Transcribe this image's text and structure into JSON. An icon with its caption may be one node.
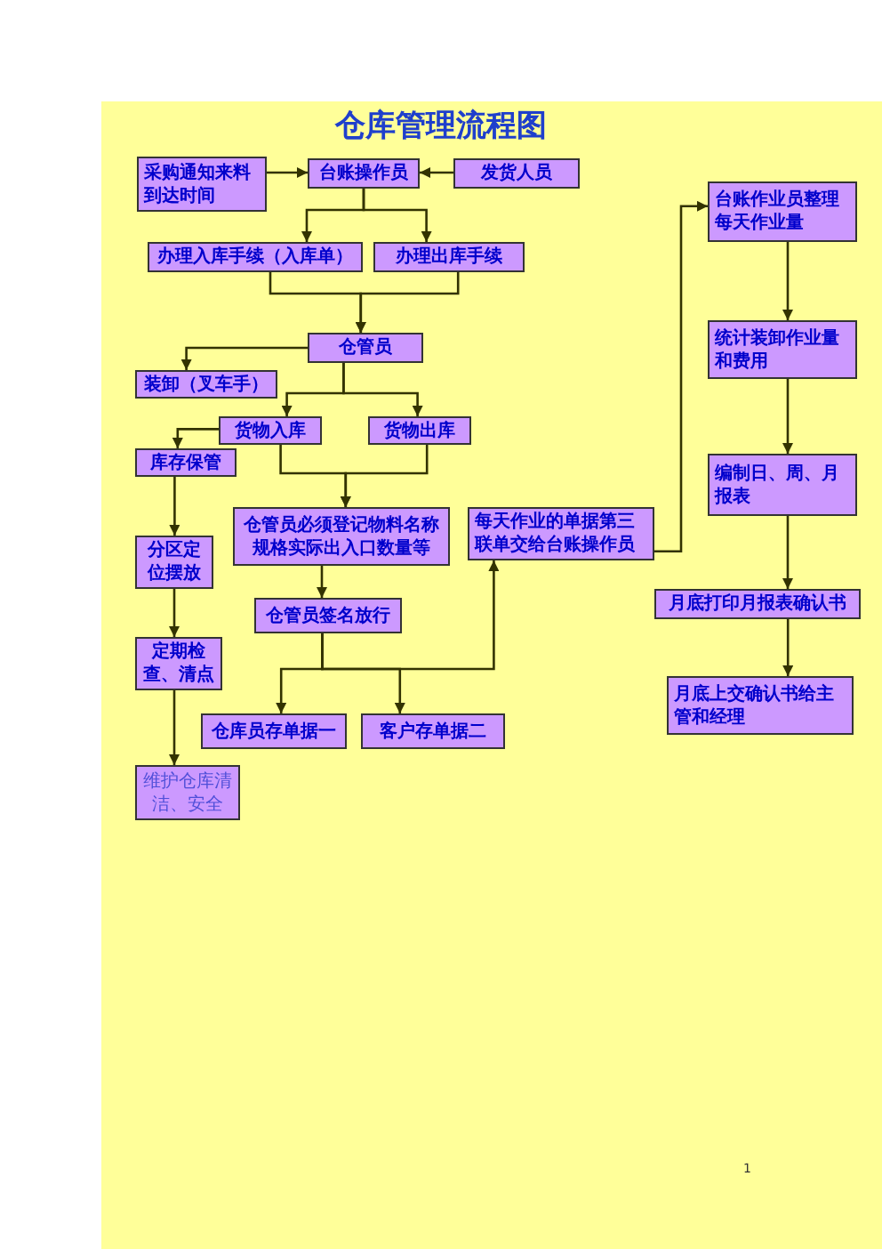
{
  "diagram": {
    "title": "仓库管理流程图",
    "nodes": [
      {
        "text": [
          "采购通知来料到达时间"
        ]
      },
      {
        "text": [
          "台账操作员"
        ]
      },
      {
        "text": [
          "发货人员"
        ]
      },
      {
        "text": [
          "台账作业员整理每天作业量"
        ]
      },
      {
        "text": [
          "办理入库手续（入库单）"
        ]
      },
      {
        "text": [
          "办理出库手续"
        ]
      },
      {
        "text": [
          "统计装卸作业量和费用"
        ]
      },
      {
        "text": [
          "仓管员"
        ]
      },
      {
        "text": [
          "装卸（叉车手）"
        ]
      },
      {
        "text": [
          "货物入库"
        ]
      },
      {
        "text": [
          "货物出库"
        ]
      },
      {
        "text": [
          "库存保管"
        ]
      },
      {
        "text": [
          "编制日、周、月报表"
        ]
      },
      {
        "text": [
          "仓管员必须登记物料名称规格实际出入口数量等"
        ]
      },
      {
        "text": [
          "每天作业的单据第三联单交给台账操作员"
        ]
      },
      {
        "text": [
          "分区定位摆放"
        ]
      },
      {
        "text": [
          "月底打印月报表确认书"
        ]
      },
      {
        "text": [
          "仓管员签名放行"
        ]
      },
      {
        "text": [
          "定期检查、清点"
        ]
      },
      {
        "text": [
          "月底上交确认书给主管和经理"
        ]
      },
      {
        "text": [
          "仓库员存单据一"
        ]
      },
      {
        "text": [
          "客户存单据二"
        ]
      },
      {
        "text": [
          "维护仓库清洁、安全"
        ]
      }
    ],
    "edges": [
      {
        "from": 0,
        "to": 1,
        "arrow": "to"
      },
      {
        "from": 2,
        "to": 1,
        "arrow": "to"
      },
      {
        "from": 1,
        "to": 4,
        "arrow": "to"
      },
      {
        "from": 1,
        "to": 5,
        "arrow": "to"
      },
      {
        "from": 4,
        "to": 7,
        "arrow": "to"
      },
      {
        "from": 5,
        "to": 7,
        "arrow": "to"
      },
      {
        "from": 7,
        "to": 8,
        "arrow": "to"
      },
      {
        "from": 7,
        "to": 9,
        "arrow": "to"
      },
      {
        "from": 7,
        "to": 10,
        "arrow": "to"
      },
      {
        "from": 9,
        "to": 11,
        "arrow": "to"
      },
      {
        "from": 9,
        "to": 13,
        "arrow": "to"
      },
      {
        "from": 10,
        "to": 13,
        "arrow": "to"
      },
      {
        "from": 13,
        "to": 17,
        "arrow": "to"
      },
      {
        "from": 17,
        "to": 20,
        "arrow": "to"
      },
      {
        "from": 17,
        "to": 21,
        "arrow": "to"
      },
      {
        "from": 17,
        "to": 14,
        "arrow": "to"
      },
      {
        "from": 14,
        "to": 3,
        "arrow": "to"
      },
      {
        "from": 3,
        "to": 6,
        "arrow": "to"
      },
      {
        "from": 6,
        "to": 12,
        "arrow": "to"
      },
      {
        "from": 12,
        "to": 16,
        "arrow": "to"
      },
      {
        "from": 16,
        "to": 19,
        "arrow": "to"
      },
      {
        "from": 11,
        "to": 15,
        "arrow": "to"
      },
      {
        "from": 15,
        "to": 18,
        "arrow": "to"
      },
      {
        "from": 18,
        "to": 22,
        "arrow": "to"
      }
    ],
    "labels": [
      "1"
    ]
  }
}
